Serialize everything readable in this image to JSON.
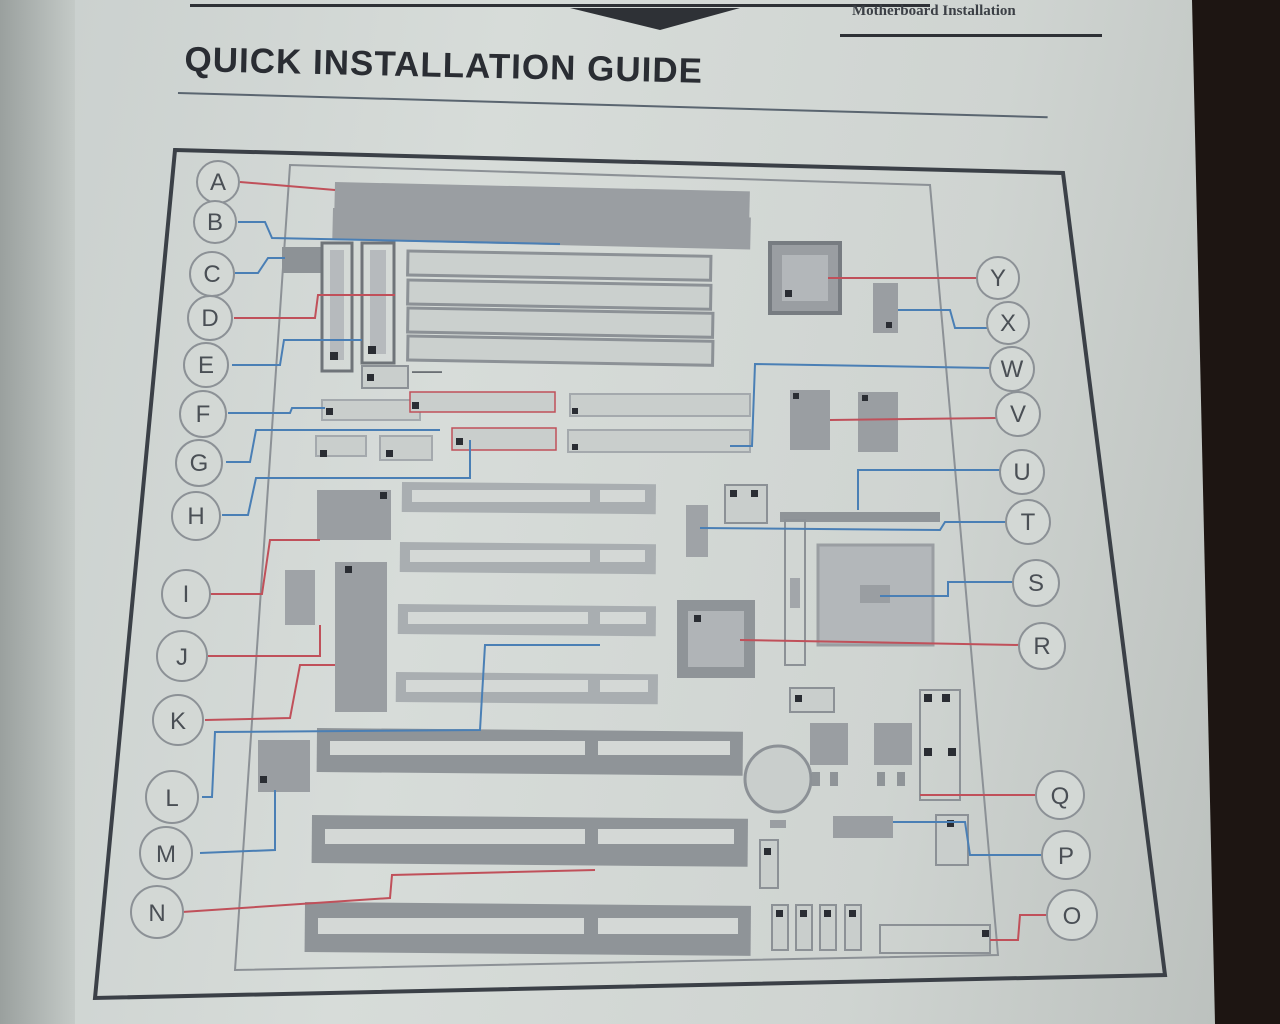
{
  "header": {
    "section": "Motherboard Installation"
  },
  "title": "QUICK INSTALLATION GUIDE",
  "callouts": {
    "left": [
      "A",
      "B",
      "C",
      "D",
      "E",
      "F",
      "G",
      "H",
      "I",
      "J",
      "K",
      "L",
      "M",
      "N"
    ],
    "right": [
      "Y",
      "X",
      "W",
      "V",
      "U",
      "T",
      "S",
      "R",
      "Q",
      "P",
      "O"
    ]
  },
  "colors": {
    "page": "#d3d8d5",
    "ink": "#3a3f45",
    "leader_red": "#c0505a",
    "leader_blue": "#4a7fb5"
  }
}
